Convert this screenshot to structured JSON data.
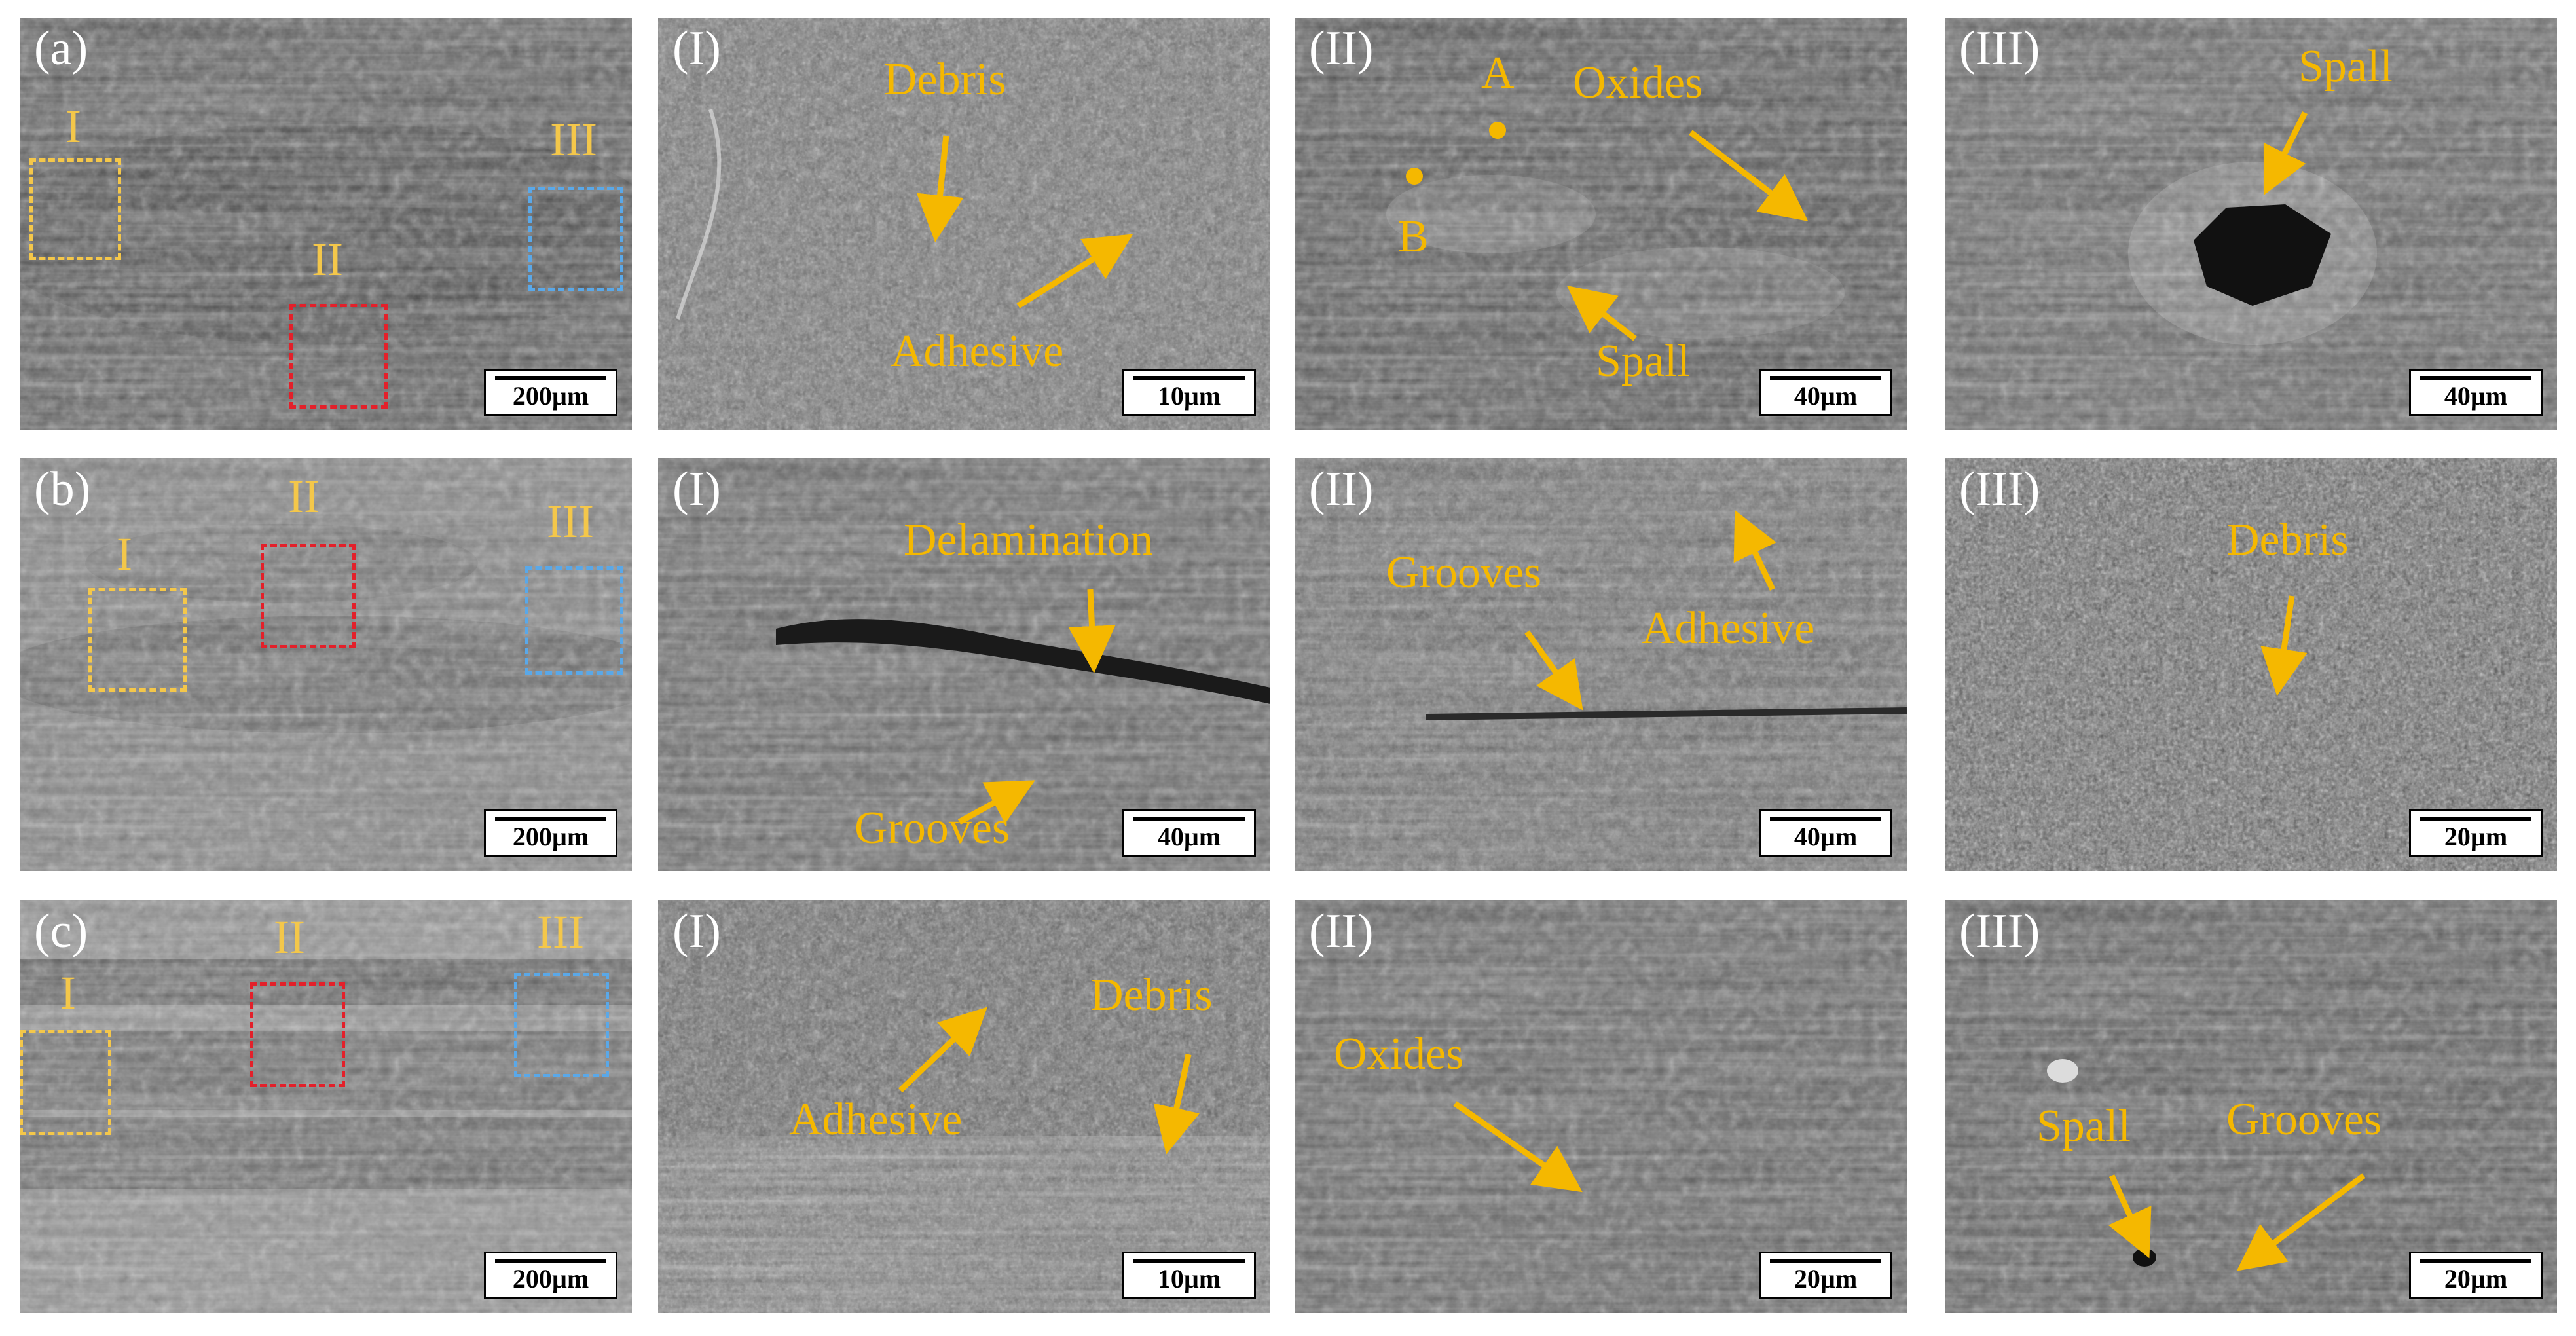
{
  "colors": {
    "annotation": "#f5b800",
    "roi_I": "#f4c74a",
    "roi_II": "#e3202a",
    "roi_III": "#5aa8e8",
    "panel_label": "#ffffff"
  },
  "rows": [
    {
      "panels": [
        {
          "label": "(a)",
          "scale": "200µm",
          "rois": [
            {
              "label": "I"
            },
            {
              "label": "II"
            },
            {
              "label": "III"
            }
          ]
        },
        {
          "label": "(I)",
          "scale": "10µm",
          "annotations": [
            "Debris",
            "Adhesive"
          ]
        },
        {
          "label": "(II)",
          "scale": "40µm",
          "annotations": [
            "A",
            "B",
            "Oxides",
            "Spall"
          ]
        },
        {
          "label": "(III)",
          "scale": "40µm",
          "annotations": [
            "Spall"
          ]
        }
      ]
    },
    {
      "panels": [
        {
          "label": "(b)",
          "scale": "200µm",
          "rois": [
            {
              "label": "I"
            },
            {
              "label": "II"
            },
            {
              "label": "III"
            }
          ]
        },
        {
          "label": "(I)",
          "scale": "40µm",
          "annotations": [
            "Delamination",
            "Grooves"
          ]
        },
        {
          "label": "(II)",
          "scale": "40µm",
          "annotations": [
            "Grooves",
            "Adhesive"
          ]
        },
        {
          "label": "(III)",
          "scale": "20µm",
          "annotations": [
            "Debris"
          ]
        }
      ]
    },
    {
      "panels": [
        {
          "label": "(c)",
          "scale": "200µm",
          "rois": [
            {
              "label": "I"
            },
            {
              "label": "II"
            },
            {
              "label": "III"
            }
          ]
        },
        {
          "label": "(I)",
          "scale": "10µm",
          "annotations": [
            "Adhesive",
            "Debris"
          ]
        },
        {
          "label": "(II)",
          "scale": "20µm",
          "annotations": [
            "Oxides"
          ]
        },
        {
          "label": "(III)",
          "scale": "20µm",
          "annotations": [
            "Spall",
            "Grooves"
          ]
        }
      ]
    }
  ]
}
